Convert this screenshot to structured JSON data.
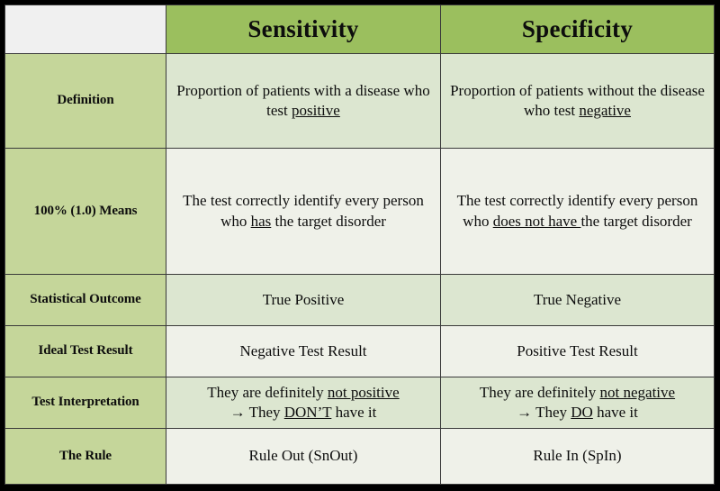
{
  "table": {
    "header": {
      "label_cell": "",
      "columns": [
        "Sensitivity",
        "Specificity"
      ]
    },
    "rows": [
      {
        "label": "Definition",
        "sensitivity": {
          "pre": "Proportion of patients with a disease who test ",
          "underlined": "positive",
          "post": ""
        },
        "specificity": {
          "pre": "Proportion of patients without the disease who test ",
          "underlined": "negative",
          "post": ""
        },
        "shade": "dark"
      },
      {
        "label": "100% (1.0) Means",
        "sensitivity": {
          "pre": "The test correctly identify every person who ",
          "underlined": "has",
          "post": " the target disorder"
        },
        "specificity": {
          "pre": "The test correctly identify every person who ",
          "underlined": "does not have ",
          "post": "the target disorder"
        },
        "shade": "light"
      },
      {
        "label": "Statistical Outcome",
        "sensitivity": {
          "pre": "True Positive",
          "underlined": "",
          "post": ""
        },
        "specificity": {
          "pre": "True Negative",
          "underlined": "",
          "post": ""
        },
        "shade": "dark"
      },
      {
        "label": "Ideal Test Result",
        "sensitivity": {
          "pre": "Negative Test Result",
          "underlined": "",
          "post": ""
        },
        "specificity": {
          "pre": "Positive Test Result",
          "underlined": "",
          "post": ""
        },
        "shade": "light"
      },
      {
        "label": "Test Interpretation",
        "sensitivity": {
          "line1_pre": "They are definitely ",
          "line1_underlined": "not positive",
          "line2_pre": "→ They ",
          "line2_underlined": "DON’T",
          "line2_post": " have it"
        },
        "specificity": {
          "line1_pre": "They are definitely ",
          "line1_underlined": "not negative",
          "line2_pre": "→ They ",
          "line2_underlined": "DO",
          "line2_post": " have it"
        },
        "shade": "dark"
      },
      {
        "label": "The Rule",
        "sensitivity": {
          "pre": "Rule Out (SnOut)",
          "underlined": "",
          "post": ""
        },
        "specificity": {
          "pre": "Rule In (SpIn)",
          "underlined": "",
          "post": ""
        },
        "shade": "light"
      }
    ]
  },
  "colors": {
    "header_green": "#9bbf5e",
    "label_green": "#c5d69a",
    "cell_dark": "#dce6d0",
    "cell_light": "#eff1e9",
    "frame_black": "#000000",
    "empty_cell": "#f0f0f0"
  }
}
